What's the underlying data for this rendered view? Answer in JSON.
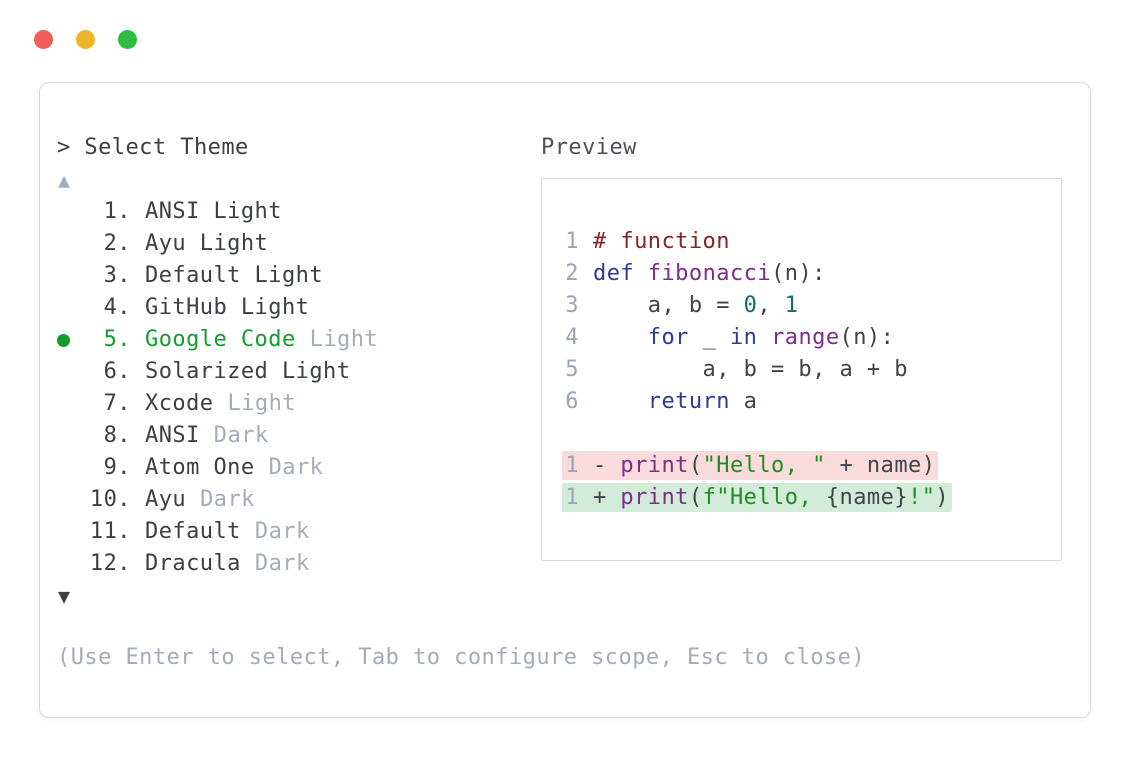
{
  "window": {
    "traffic_lights": [
      {
        "name": "close",
        "color": "#f05f57"
      },
      {
        "name": "minimize",
        "color": "#f0b42c"
      },
      {
        "name": "maximize",
        "color": "#2ebd3e"
      }
    ]
  },
  "picker": {
    "prompt": "> Select Theme",
    "scroll_up_icon": "▲",
    "scroll_down_icon": "▼",
    "items": [
      {
        "number": "1.",
        "name": "ANSI Light",
        "tag": "",
        "selected": false
      },
      {
        "number": "2.",
        "name": "Ayu Light",
        "tag": "",
        "selected": false
      },
      {
        "number": "3.",
        "name": "Default Light",
        "tag": "",
        "selected": false
      },
      {
        "number": "4.",
        "name": "GitHub Light",
        "tag": "",
        "selected": false
      },
      {
        "number": "5.",
        "name": "Google Code",
        "tag": "Light",
        "selected": true
      },
      {
        "number": "6.",
        "name": "Solarized Light",
        "tag": "",
        "selected": false
      },
      {
        "number": "7.",
        "name": "Xcode",
        "tag": "Light",
        "selected": false
      },
      {
        "number": "8.",
        "name": "ANSI",
        "tag": "Dark",
        "selected": false
      },
      {
        "number": "9.",
        "name": "Atom One",
        "tag": "Dark",
        "selected": false
      },
      {
        "number": "10.",
        "name": "Ayu",
        "tag": "Dark",
        "selected": false
      },
      {
        "number": "11.",
        "name": "Default",
        "tag": "Dark",
        "selected": false
      },
      {
        "number": "12.",
        "name": "Dracula",
        "tag": "Dark",
        "selected": false
      }
    ],
    "hint": "(Use Enter to select, Tab to configure scope, Esc to close)"
  },
  "preview": {
    "label": "Preview",
    "code_lines": [
      {
        "num": "1",
        "tokens": [
          {
            "t": "# function",
            "c": "comment"
          }
        ]
      },
      {
        "num": "2",
        "tokens": [
          {
            "t": "def",
            "c": "keyword"
          },
          {
            "t": " ",
            "c": "plain"
          },
          {
            "t": "fibonacci",
            "c": "title"
          },
          {
            "t": "(n):",
            "c": "plain"
          }
        ]
      },
      {
        "num": "3",
        "tokens": [
          {
            "t": "    a, b = ",
            "c": "plain"
          },
          {
            "t": "0",
            "c": "number"
          },
          {
            "t": ", ",
            "c": "plain"
          },
          {
            "t": "1",
            "c": "number"
          }
        ]
      },
      {
        "num": "4",
        "tokens": [
          {
            "t": "    ",
            "c": "plain"
          },
          {
            "t": "for",
            "c": "keyword"
          },
          {
            "t": " _ ",
            "c": "plain"
          },
          {
            "t": "in",
            "c": "keyword"
          },
          {
            "t": " ",
            "c": "plain"
          },
          {
            "t": "range",
            "c": "title"
          },
          {
            "t": "(n):",
            "c": "plain"
          }
        ]
      },
      {
        "num": "5",
        "tokens": [
          {
            "t": "        a, b = b, a + b",
            "c": "plain"
          }
        ]
      },
      {
        "num": "6",
        "tokens": [
          {
            "t": "    ",
            "c": "plain"
          },
          {
            "t": "return",
            "c": "keyword"
          },
          {
            "t": " a",
            "c": "plain"
          }
        ]
      }
    ],
    "diff_lines": [
      {
        "num": "1",
        "kind": "removed",
        "tokens": [
          {
            "t": "- ",
            "c": "plain"
          },
          {
            "t": "print",
            "c": "title"
          },
          {
            "t": "(",
            "c": "plain"
          },
          {
            "t": "\"Hello, \"",
            "c": "string"
          },
          {
            "t": " + name)",
            "c": "plain"
          }
        ]
      },
      {
        "num": "1",
        "kind": "added",
        "tokens": [
          {
            "t": "+ ",
            "c": "plain"
          },
          {
            "t": "print",
            "c": "title"
          },
          {
            "t": "(",
            "c": "plain"
          },
          {
            "t": "f\"Hello, ",
            "c": "string"
          },
          {
            "t": "{name}",
            "c": "plain"
          },
          {
            "t": "!\"",
            "c": "string"
          },
          {
            "t": ")",
            "c": "plain"
          }
        ]
      }
    ]
  },
  "colors": {
    "accent_green": "#169c2e",
    "dim_gray": "#a3acba",
    "dark_text": "#3b4046",
    "line_number": "#9aa5b4",
    "syntax_keyword": "#2c3a9e",
    "syntax_title": "#7c2c8a",
    "syntax_comment": "#882424",
    "syntax_number": "#0d6d6d",
    "syntax_string": "#1d8e1d",
    "syntax_plain": "#3f434a",
    "diff_removed_bg": "#fadbdb",
    "diff_added_bg": "#d3ecda",
    "window_border": "#d5d9e0",
    "traffic_red": "#f05f57",
    "traffic_yellow": "#f0b42c",
    "traffic_green": "#2ebd3e"
  }
}
